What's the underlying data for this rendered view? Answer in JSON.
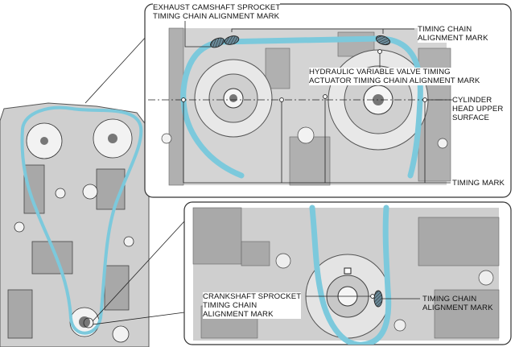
{
  "colors": {
    "chain": "#7cc9dc",
    "mark_fill": "#6a8a99",
    "engine_shade": "#bfbfbf",
    "panel_border": "#333333"
  },
  "labels": {
    "exhaust_mark": [
      "EXHAUST CAMSHAFT SPROCKET",
      "TIMING  CHAIN ALIGNMENT MARK"
    ],
    "chain_mark_top": [
      "TIMING CHAIN",
      "ALIGNMENT MARK"
    ],
    "hvvt_mark": [
      "HYDRAULIC VARIABLE VALVE TIMING",
      "ACTUATOR TIMING CHAIN ALIGNMENT MARK"
    ],
    "cylinder_head": [
      "CYLINDER",
      "HEAD UPPER",
      "SURFACE"
    ],
    "timing_mark": "TIMING MARK",
    "crank_mark": [
      "CRANKSHAFT SPROCKET",
      "TIMING CHAIN",
      "ALIGNMENT MARK"
    ],
    "chain_mark_bottom": [
      "TIMING CHAIN",
      "ALIGNMENT MARK"
    ]
  },
  "icons": {
    "engine_overview": "engine-front-view",
    "camshaft_detail": "camshaft-sprockets-detail",
    "crankshaft_detail": "crankshaft-sprocket-detail"
  }
}
